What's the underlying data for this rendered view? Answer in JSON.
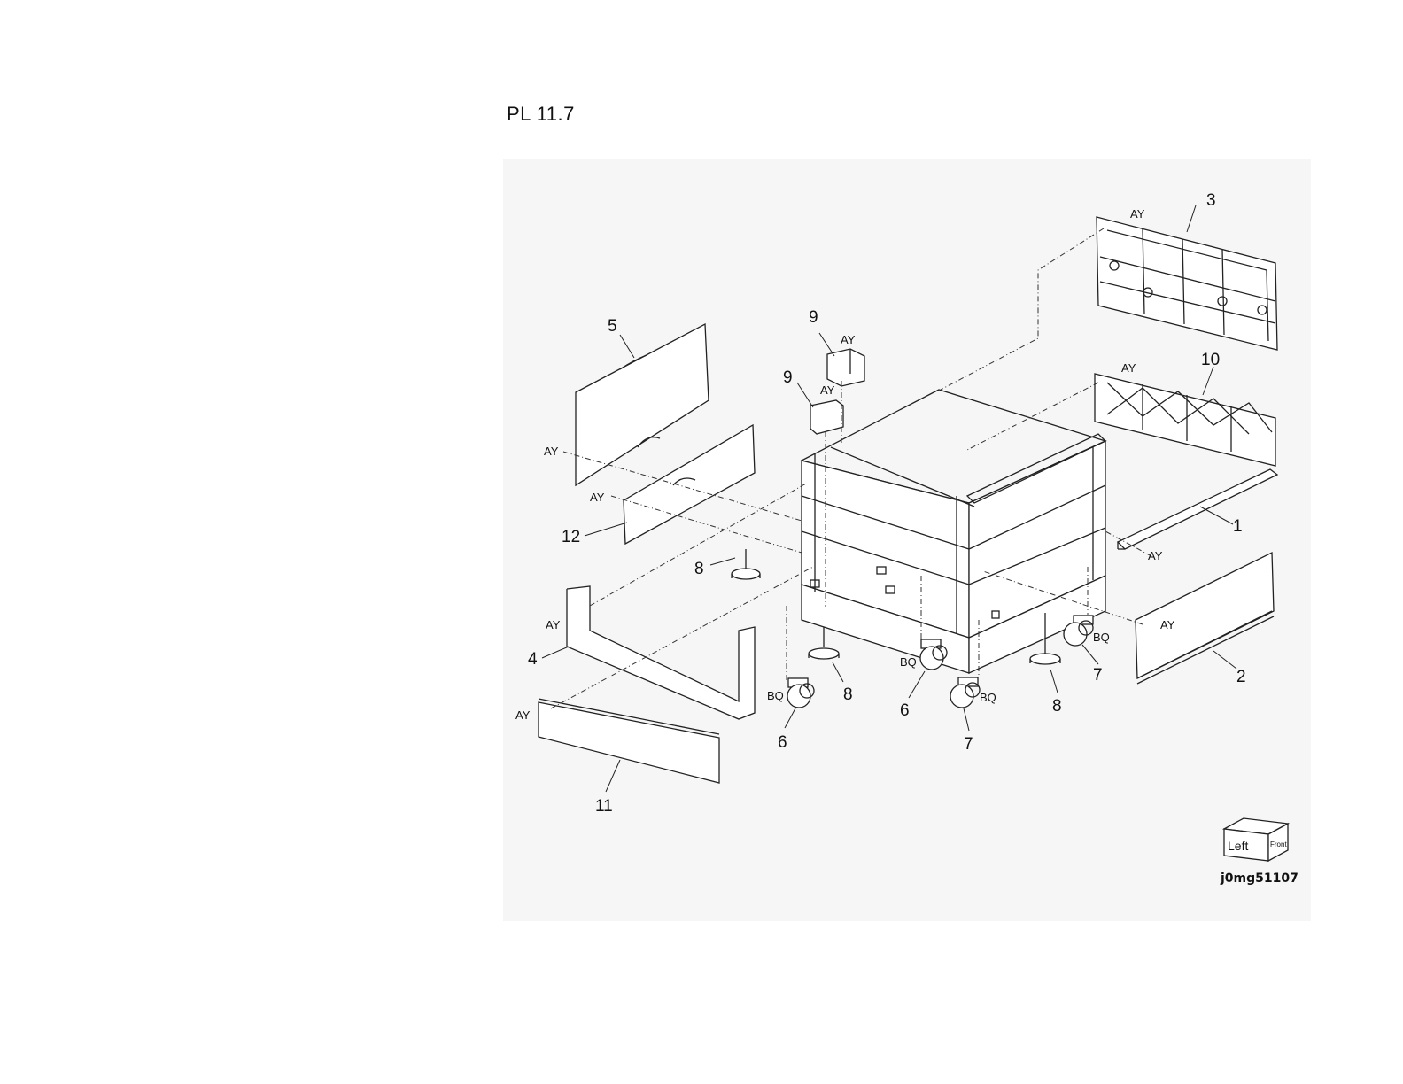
{
  "page": {
    "title": "PL 11.7",
    "image_code": "j0mg51107"
  },
  "orientation_cube": {
    "left_label": "Left",
    "front_label": "Front"
  },
  "callouts": [
    {
      "id": "c1",
      "label": "1"
    },
    {
      "id": "c2",
      "label": "2"
    },
    {
      "id": "c3",
      "label": "3"
    },
    {
      "id": "c4",
      "label": "4"
    },
    {
      "id": "c5",
      "label": "5"
    },
    {
      "id": "c6a",
      "label": "6"
    },
    {
      "id": "c6b",
      "label": "6"
    },
    {
      "id": "c7a",
      "label": "7"
    },
    {
      "id": "c7b",
      "label": "7"
    },
    {
      "id": "c8a",
      "label": "8"
    },
    {
      "id": "c8b",
      "label": "8"
    },
    {
      "id": "c8c",
      "label": "8"
    },
    {
      "id": "c9a",
      "label": "9"
    },
    {
      "id": "c9b",
      "label": "9"
    },
    {
      "id": "c10",
      "label": "10"
    },
    {
      "id": "c11",
      "label": "11"
    },
    {
      "id": "c12",
      "label": "12"
    }
  ],
  "fastener_tags": {
    "ay": "AY",
    "bq": "BQ"
  }
}
